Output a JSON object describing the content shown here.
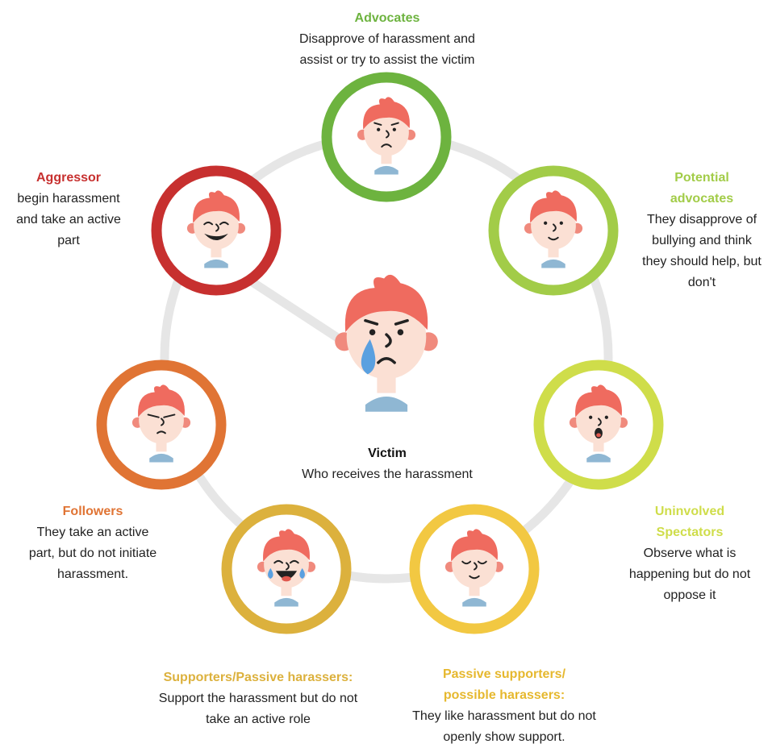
{
  "colors": {
    "ring": "#e6e6e6",
    "skin": "#fbe0d4",
    "hair": "#ef6b5f",
    "ear": "#f08a7d",
    "shirt": "#8fb7d3",
    "tear": "#5aa0e0",
    "feature": "#222222"
  },
  "roles": [
    {
      "id": "advocates",
      "title": "Advocates",
      "description_lines": [
        "Disapprove of harassment and",
        "assist or try to assist the victim"
      ],
      "color": "#6db33f",
      "expression": "sad"
    },
    {
      "id": "potential",
      "title": "Potential advocates",
      "title_lines": [
        "Potential",
        "advocates"
      ],
      "description_lines": [
        "They disapprove of",
        "bullying and think",
        "they should help, but",
        "don't"
      ],
      "color": "#a2cc48",
      "expression": "neutral"
    },
    {
      "id": "uninvolved",
      "title": "Uninvolved Spectators",
      "title_lines": [
        "Uninvolved",
        "Spectators"
      ],
      "description_lines": [
        "Observe what is",
        "happening but do not",
        "oppose it"
      ],
      "color": "#cfdd4a",
      "expression": "shocked"
    },
    {
      "id": "passive-supporters",
      "title": "Passive supporters/ possible harassers:",
      "title_lines": [
        "Passive supporters/",
        "possible harassers:"
      ],
      "description_lines": [
        "They like harassment but do not",
        "openly show support."
      ],
      "color": "#f2c842",
      "expression": "smug"
    },
    {
      "id": "supporters",
      "title": "Supporters/Passive harassers:",
      "description_lines": [
        "Support the harassment but do not",
        "take an active role"
      ],
      "color": "#dcb13d",
      "expression": "laughing"
    },
    {
      "id": "followers",
      "title": "Followers",
      "description_lines": [
        "They take an active",
        "part, but do not initiate",
        "harassment."
      ],
      "color": "#e07434",
      "expression": "frown"
    },
    {
      "id": "aggressor",
      "title": "Aggressor",
      "description_lines": [
        "begin harassment",
        "and take an active",
        "part"
      ],
      "color": "#c7302f",
      "expression": "grin"
    }
  ],
  "victim": {
    "title": "Victim",
    "description": "Who receives the harassment",
    "expression": "crying"
  }
}
